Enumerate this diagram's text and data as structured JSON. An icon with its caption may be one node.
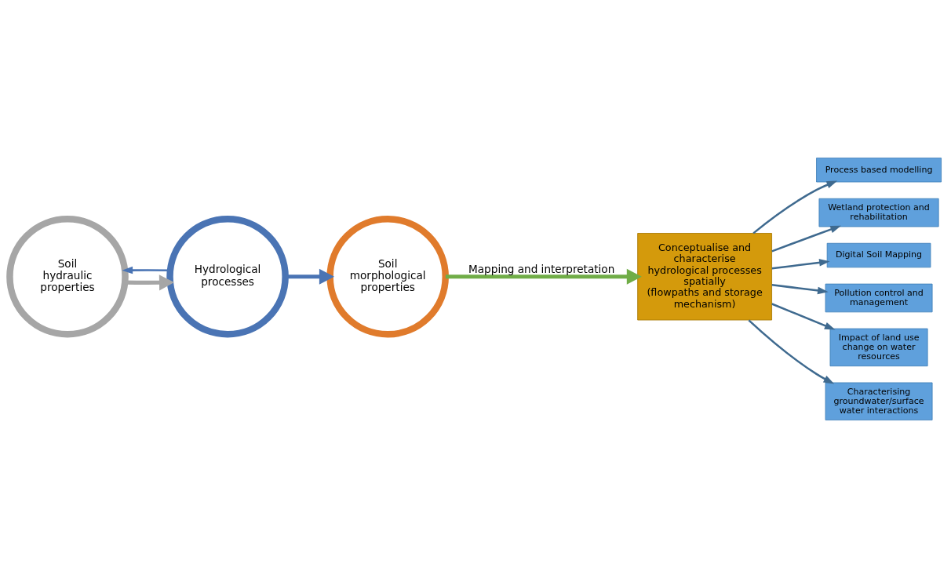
{
  "diagram": {
    "nodes": [
      {
        "text": [
          "Soil hydraulic properties"
        ]
      },
      {
        "text": [
          "Hydrological processes"
        ]
      },
      {
        "text": [
          "Soil morphological properties"
        ]
      },
      {
        "text": [
          "Conceptualise and characterise hydrological processes spatially",
          "(flowpaths and storage mechanism)"
        ]
      },
      {
        "text": [
          "Process based modelling"
        ]
      },
      {
        "text": [
          "Wetland protection and rehabilitation"
        ]
      },
      {
        "text": [
          "Digital Soil Mapping"
        ]
      },
      {
        "text": [
          "Pollution control and management"
        ]
      },
      {
        "text": [
          "Impact of land use change on water resources"
        ]
      },
      {
        "text": [
          "Characterising groundwater/surface water interactions"
        ]
      }
    ],
    "edges": [
      {
        "from": 0,
        "to": 1,
        "arrow": "to",
        "style": "thick",
        "color": "#a6a6a6"
      },
      {
        "from": 1,
        "to": 2,
        "arrow": "to",
        "style": "thick",
        "color": "#4a74b4"
      },
      {
        "from": 1,
        "to": 0,
        "arrow": "to",
        "color": "#4a74b4"
      },
      {
        "from": 2,
        "to": 3,
        "label": "Mapping and interpretation",
        "arrow": "to",
        "style": "thick",
        "color": "#70ad47"
      },
      {
        "from": 3,
        "to": 4,
        "arrow": "to"
      },
      {
        "from": 3,
        "to": 5,
        "arrow": "to"
      },
      {
        "from": 3,
        "to": 6,
        "arrow": "to"
      },
      {
        "from": 3,
        "to": 7,
        "arrow": "to"
      },
      {
        "from": 3,
        "to": 8,
        "arrow": "to"
      },
      {
        "from": 3,
        "to": 9,
        "arrow": "to"
      }
    ]
  }
}
